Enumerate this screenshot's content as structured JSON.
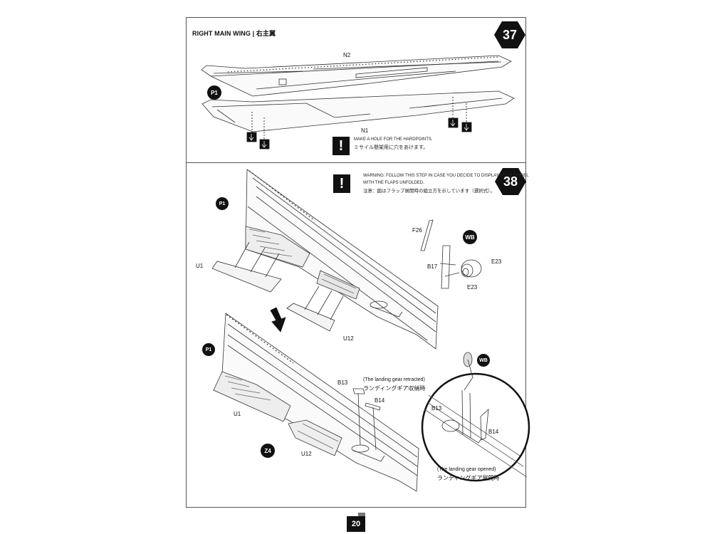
{
  "header": {
    "section_title": "RIGHT MAIN WING | 右主翼"
  },
  "steps": [
    {
      "number": "37"
    },
    {
      "number": "38"
    }
  ],
  "step37": {
    "parts": {
      "n2": "N2",
      "n1": "N1"
    },
    "badge_p1": "P1",
    "note_en": "MAKE A HOLE FOR THE HARDPOINTS.",
    "note_jp": "ミサイル懸架用に穴をあけます。",
    "warning_symbol": "!"
  },
  "step38": {
    "warning_symbol": "!",
    "warning_en_line1": "WARNING: FOLLOW THIS STEP IN CASE YOU DECIDE TO DISPLAY YOUR MODEL",
    "warning_en_line2": "WITH THE FLAPS UNFOLDED.",
    "warning_jp": "注意：図はフラップ展開時の組立方を示しています（選択式）。",
    "badges": {
      "p1_top": "P1",
      "p1_bottom": "P1",
      "wb_top": "WB",
      "wb_bottom": "WB",
      "z4": "Z4"
    },
    "parts": {
      "f26": "F26",
      "b17": "B17",
      "e23_a": "E23",
      "e23_b": "E23",
      "u1_top": "U1",
      "u12_top": "U12",
      "u1_bottom": "U1",
      "u12_bottom": "U12",
      "b13": "B13",
      "b14": "B14",
      "b13_detail": "B13",
      "b14_detail": "B14"
    },
    "gear_retracted_en": "(The landing gear retracted)",
    "gear_retracted_jp": "ランディングギア収納時",
    "gear_opened_en": "(The landing gear opened)",
    "gear_opened_jp": "ランディングギア展開時"
  },
  "footer": {
    "page_number": "20"
  }
}
